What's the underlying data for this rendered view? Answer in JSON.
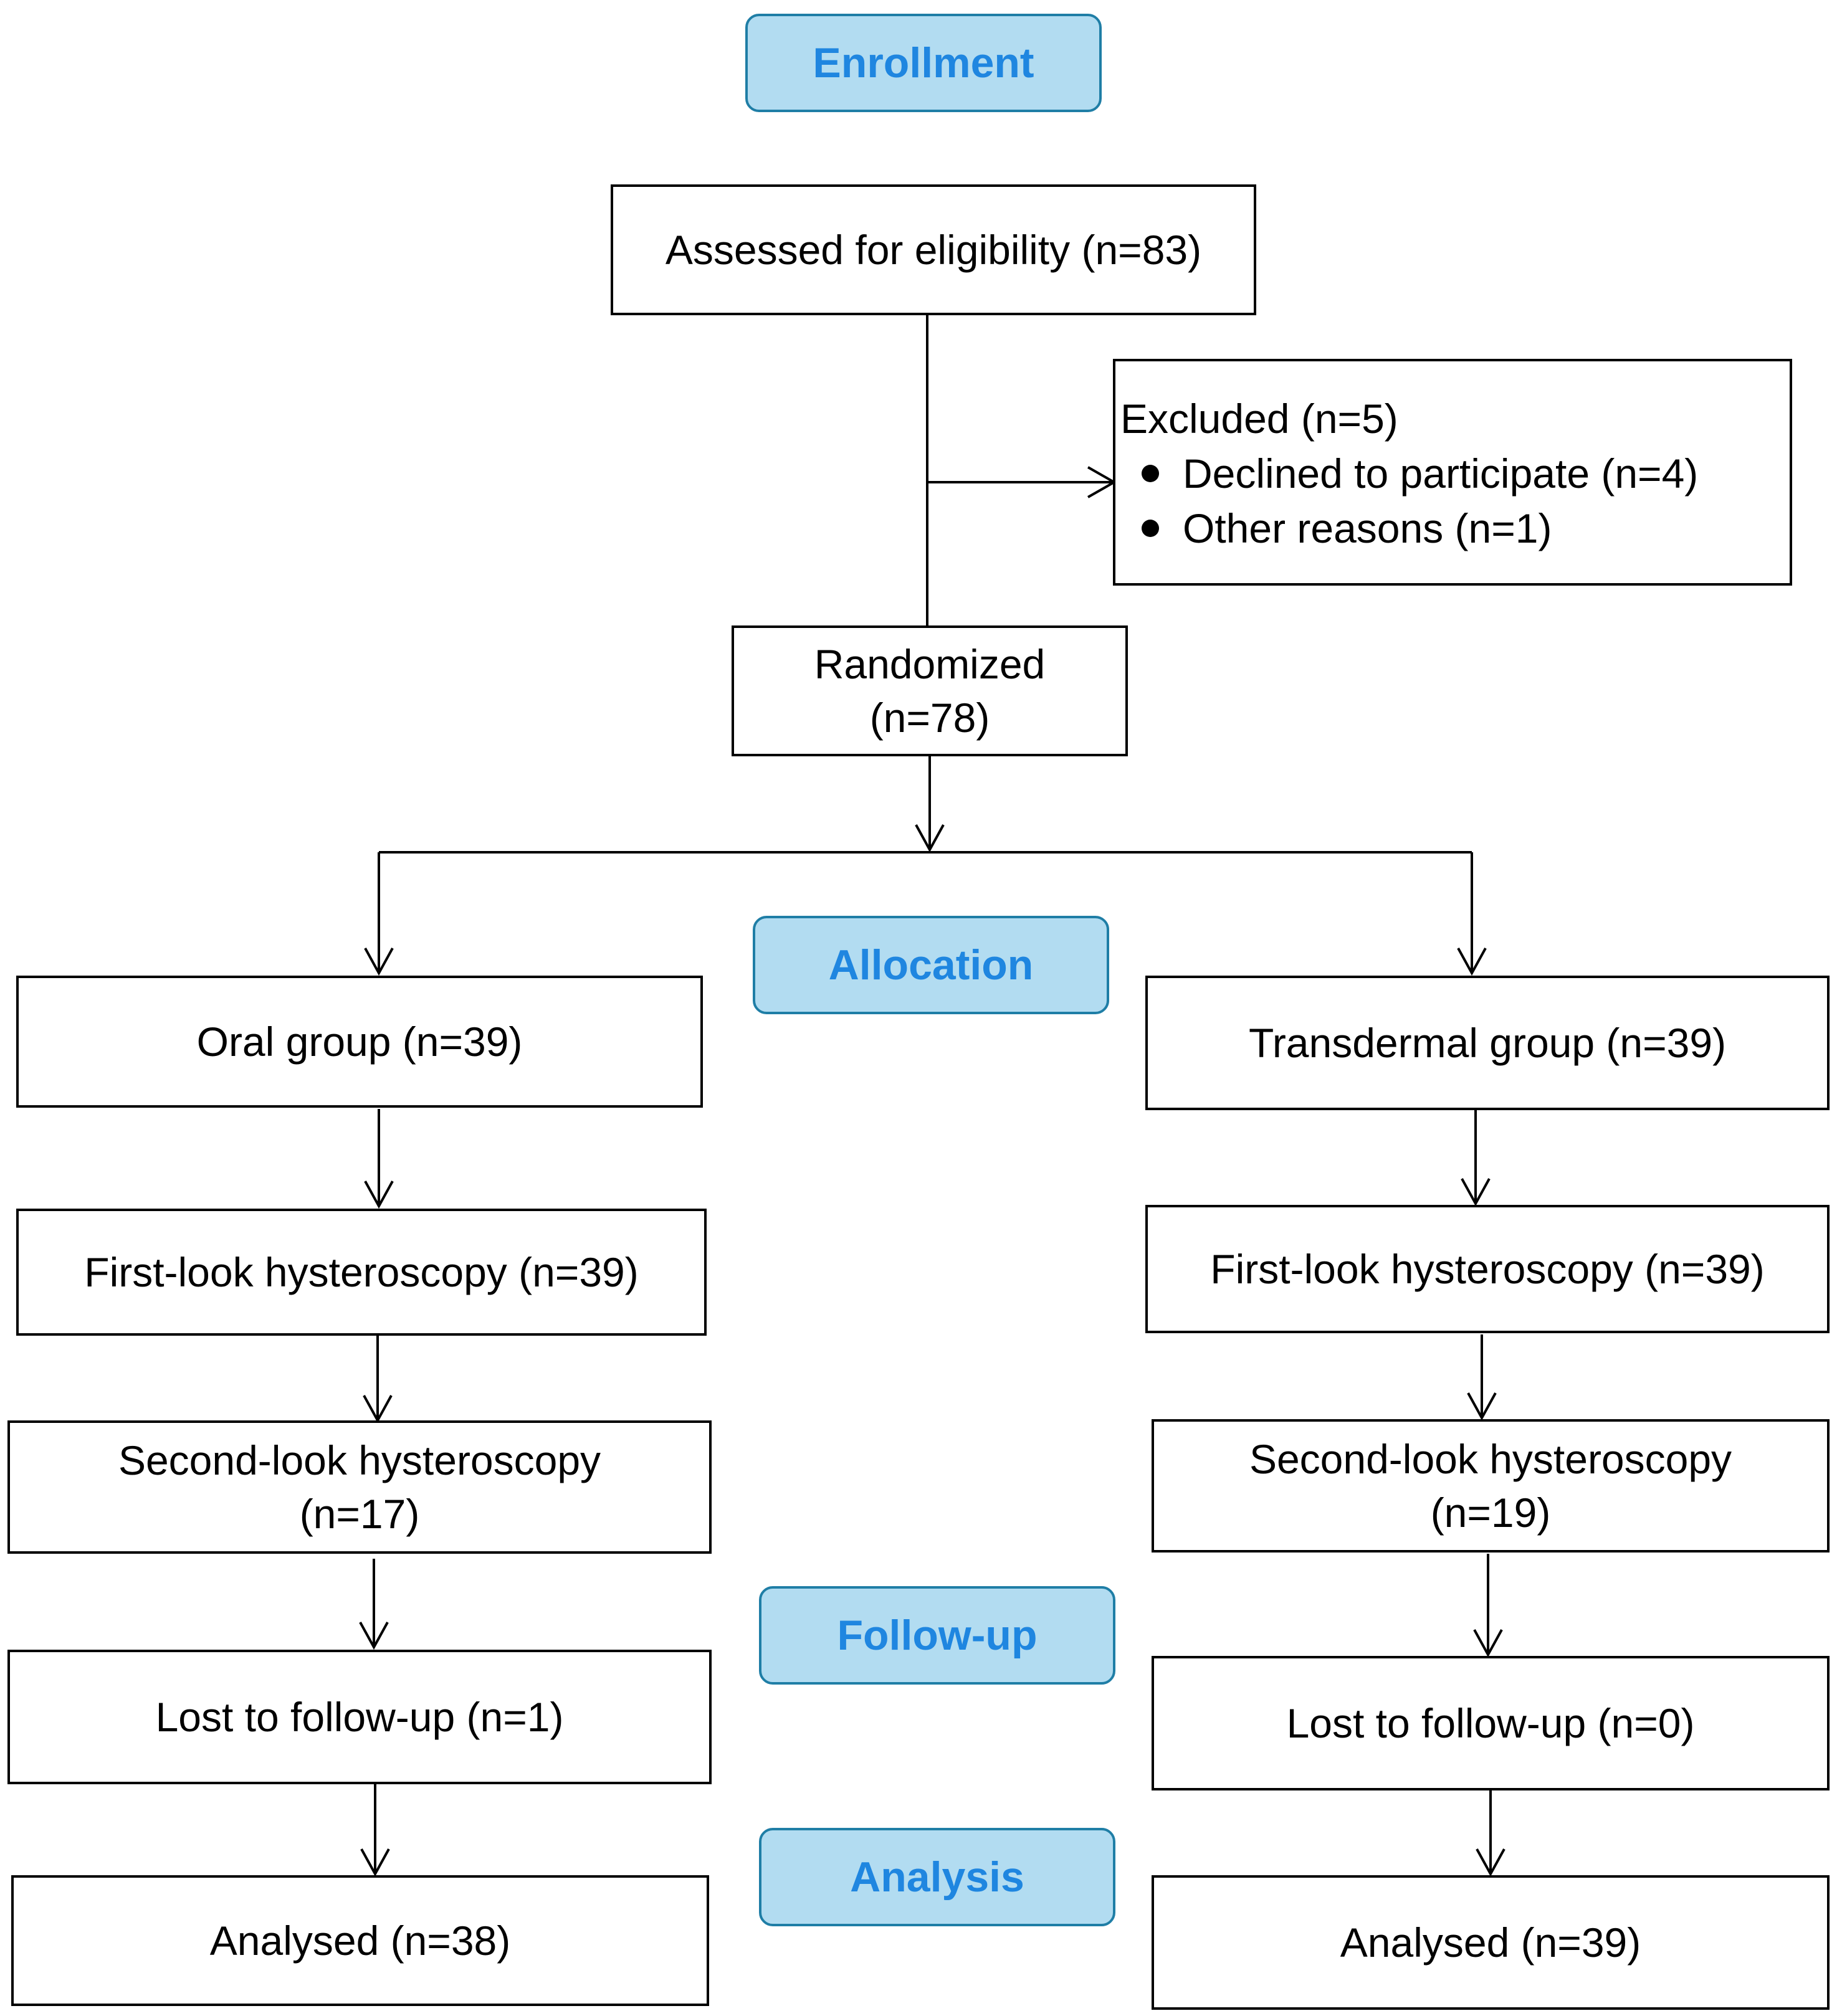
{
  "stages": {
    "enrollment": "Enrollment",
    "allocation": "Allocation",
    "follow_up": "Follow-up",
    "analysis": "Analysis"
  },
  "enrollment": {
    "assessed": "Assessed for eligibility (n=83)",
    "excluded": {
      "title": "Excluded (n=5)",
      "reasons": [
        "Declined to participate (n=4)",
        "Other reasons (n=1)"
      ]
    },
    "randomized": [
      "Randomized",
      "(n=78)"
    ]
  },
  "oral": {
    "group": "Oral group (n=39)",
    "first_look": "First-look hysteroscopy (n=39)",
    "second_look": [
      "Second-look hysteroscopy",
      "(n=17)"
    ],
    "lost": "Lost to follow-up (n=1)",
    "analysed": "Analysed (n=38)"
  },
  "transdermal": {
    "group": "Transdermal group (n=39)",
    "first_look": "First-look hysteroscopy (n=39)",
    "second_look": [
      "Second-look hysteroscopy",
      "(n=19)"
    ],
    "lost": "Lost to follow-up (n=0)",
    "analysed": "Analysed (n=39)"
  }
}
